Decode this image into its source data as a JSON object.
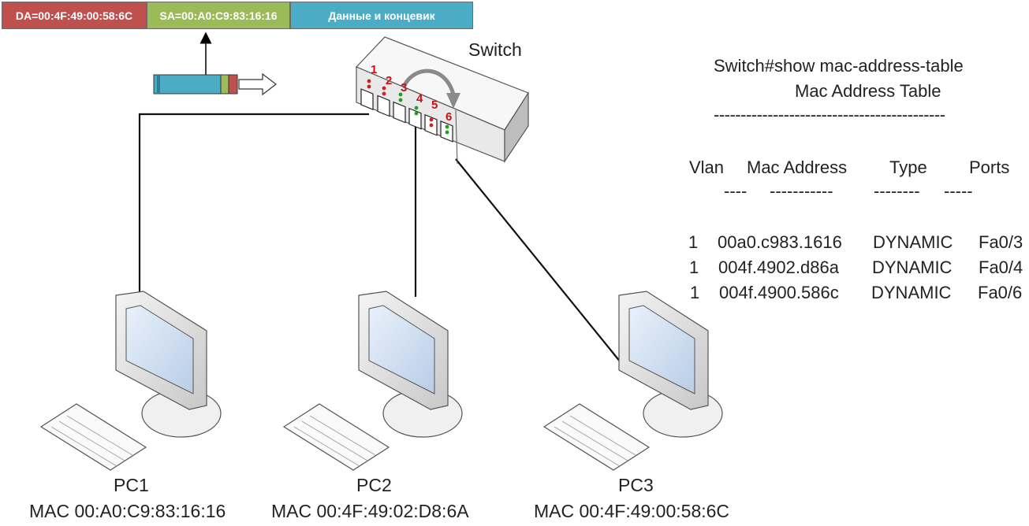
{
  "frame": {
    "da": "DA=00:4F:49:00:58:6C",
    "sa": "SA=00:A0:C9:83:16:16",
    "data": "Данные и концевик",
    "colors": {
      "da": "#c0504d",
      "sa": "#9bbb59",
      "data": "#4bacc6"
    }
  },
  "switch": {
    "label": "Switch",
    "ports": [
      "1",
      "2",
      "3",
      "4",
      "5",
      "6"
    ]
  },
  "pcs": [
    {
      "name": "PC1",
      "mac": "MAC 00:A0:C9:83:16:16"
    },
    {
      "name": "PC2",
      "mac": "MAC 00:4F:49:02:D8:6A"
    },
    {
      "name": "PC3",
      "mac": "MAC 00:4F:49:00:58:6C"
    }
  ],
  "mac_table": {
    "command": "Switch#show mac-address-table",
    "title": "Mac Address Table",
    "separator": "-------------------------------------------",
    "headers": [
      "Vlan",
      "Mac Address",
      "Type",
      "Ports"
    ],
    "header_underlines": [
      "----",
      "-----------",
      "--------",
      "-----"
    ],
    "rows": [
      [
        "1",
        "00a0.c983.1616",
        "DYNAMIC",
        "Fa0/3"
      ],
      [
        "1",
        "004f.4902.d86a",
        "DYNAMIC",
        "Fa0/4"
      ],
      [
        "1",
        "004f.4900.586c",
        "DYNAMIC",
        "Fa0/6"
      ]
    ]
  }
}
